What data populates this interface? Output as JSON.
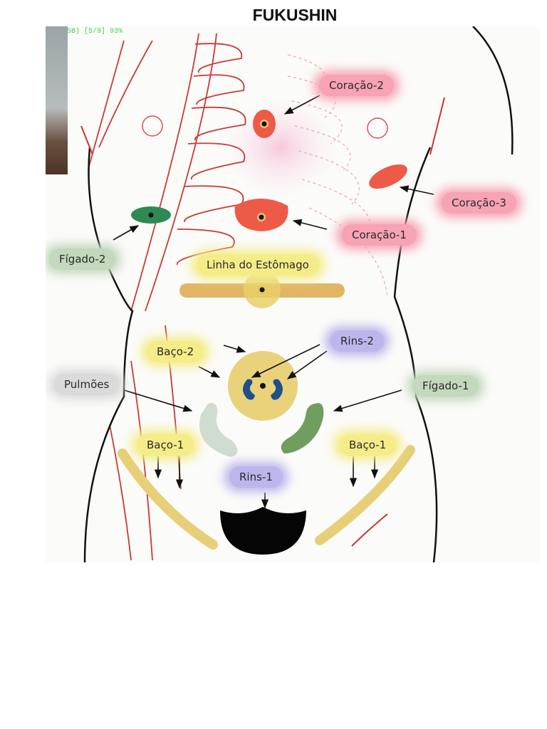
{
  "title": "FUKUSHIN",
  "hud_text": "SB) [5/9] 93%",
  "labels": {
    "coracao_2": "Coração-2",
    "coracao_3": "Coração-3",
    "coracao_1": "Coração-1",
    "figado_2": "Fígado-2",
    "linha_estomago": "Linha do Estômago",
    "rins_2": "Rins-2",
    "baco_2": "Baço-2",
    "pulmoes": "Pulmões",
    "figado_1": "Fígado-1",
    "baco_1_left": "Baço-1",
    "baco_1_right": "Baço-1",
    "rins_1": "Rins-1"
  },
  "colors": {
    "heart_zone": "#ee5a48",
    "liver_zone": "#2e8a52",
    "stomach_line": "#e2b565",
    "navel_circle": "#e9d27a",
    "kidney_marks": "#1f4f8c",
    "lung_zone": "#cfdcd0",
    "liver1_zone": "#6f9e5f",
    "spleen_lines": "#e6cf78",
    "bladder_zone": "#050505",
    "body_outline": "#111111",
    "rib_lines": "#c83a3a"
  }
}
